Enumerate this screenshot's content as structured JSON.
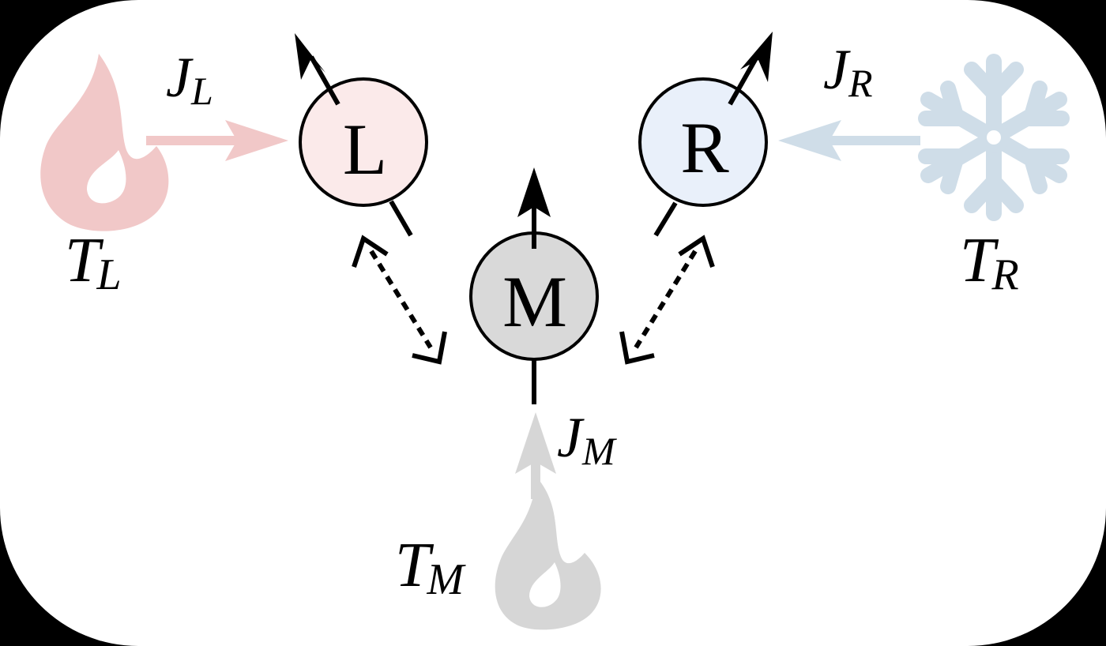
{
  "colors": {
    "background_outside": "#000000",
    "canvas": "#ffffff",
    "hot": "#f0c6c6",
    "cold": "#cfdde8",
    "middle_bath": "#d3d3d3",
    "node_L_fill": "#fbeaea",
    "node_R_fill": "#e9f0fa",
    "node_M_fill": "#d9d9d9",
    "ink": "#000000"
  },
  "icons": {
    "left_bath": "flame-icon",
    "right_bath": "snowflake-icon",
    "middle_bath": "flame-icon"
  },
  "nodes": {
    "left": "L",
    "middle": "M",
    "right": "R"
  },
  "labels": {
    "T_L": {
      "base": "T",
      "sub": "L"
    },
    "T_R": {
      "base": "T",
      "sub": "R"
    },
    "T_M": {
      "base": "T",
      "sub": "M"
    },
    "J_L": {
      "base": "J",
      "sub": "L"
    },
    "J_R": {
      "base": "J",
      "sub": "R"
    },
    "J_M": {
      "base": "J",
      "sub": "M"
    }
  }
}
